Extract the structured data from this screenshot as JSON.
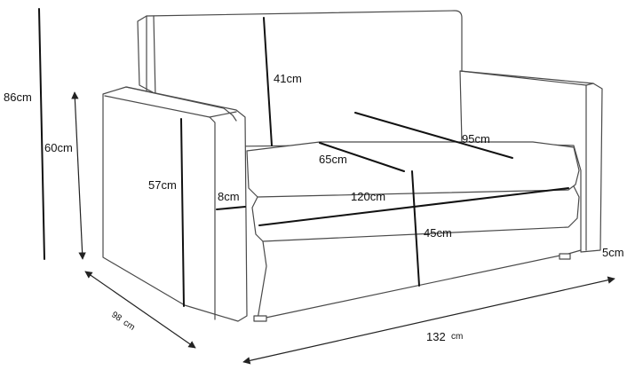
{
  "labels": {
    "total_height": "86cm",
    "arm_height": "60cm",
    "back_height": "41cm",
    "seat_depth_inner": "65cm",
    "seat_width_back": "95cm",
    "arm_inner_height": "57cm",
    "arm_width": "8cm",
    "seat_width": "120cm",
    "seat_height": "45cm",
    "leg_height": "5cm",
    "depth_value": "98",
    "depth_unit": "cm",
    "width_value": "132",
    "width_unit": "cm"
  },
  "colors": {
    "outline": "#4a4a4a",
    "dimension": "#111111"
  }
}
